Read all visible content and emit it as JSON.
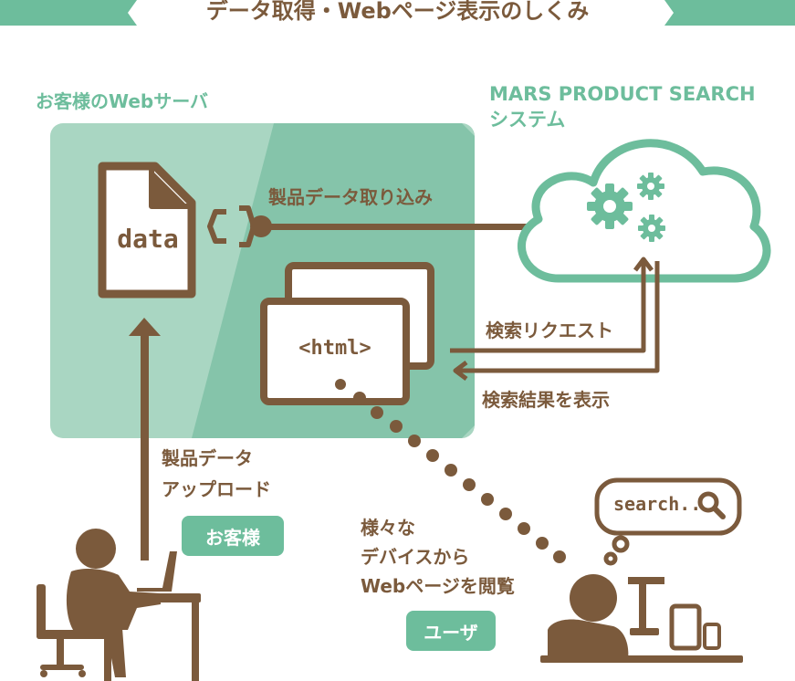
{
  "header": {
    "title": "データ取得・Webページ表示のしくみ"
  },
  "customer_server": {
    "label": "お客様のWebサーバ"
  },
  "mars_system": {
    "line1": "MARS PRODUCT SEARCH",
    "line2": "システム"
  },
  "data_file": {
    "label": "data"
  },
  "html_page": {
    "label": "<html>"
  },
  "flows": {
    "import": "製品データ取り込み",
    "search_request": "検索リクエスト",
    "search_result": "検索結果を表示",
    "upload_line1": "製品データ",
    "upload_line2": "アップロード"
  },
  "devices": {
    "line1": "様々な",
    "line2": "デバイスから",
    "line3": "Webページを閲覧"
  },
  "roles": {
    "customer": "お客様",
    "user": "ユーザ"
  },
  "search_bubble": {
    "text": "search.."
  },
  "colors": {
    "brown": "#7b5a3c",
    "teal": "#6dbd9c",
    "panel": "#a9d6c2"
  }
}
